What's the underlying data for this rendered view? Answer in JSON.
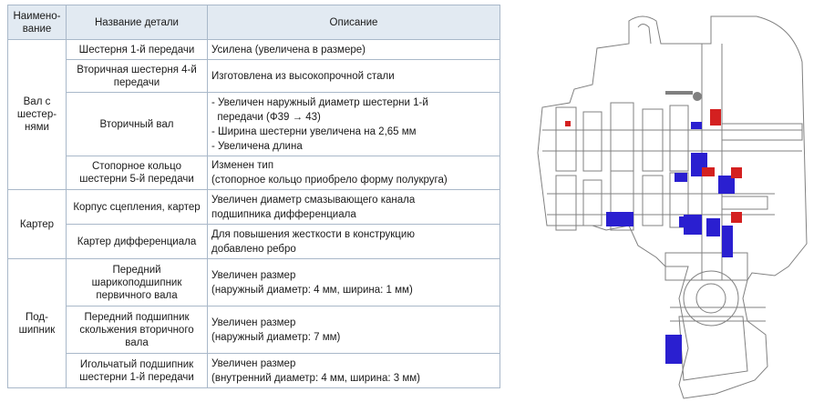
{
  "table": {
    "headers": [
      "Наимено-вание",
      "Название детали",
      "Описание"
    ],
    "groups": [
      {
        "name": "Вал с шестер-нями",
        "rows": [
          {
            "part": "Шестерня 1-й передачи",
            "desc": [
              "Усилена (увеличена в размере)"
            ]
          },
          {
            "part": "Вторичная шестерня 4-й передачи",
            "desc": [
              "Изготовлена из высокопрочной стали"
            ]
          },
          {
            "part": "Вторичный вал",
            "desc": [
              "- Увеличен наружный диаметр шестерни 1-й",
              "  передачи (Ф39 → 43)",
              "- Ширина шестерни увеличена на 2,65 мм",
              "- Увеличена длина"
            ]
          },
          {
            "part": "Стопорное кольцо шестерни 5-й передачи",
            "desc": [
              "Изменен тип",
              "(стопорное кольцо приобрело форму полукруга)"
            ]
          }
        ]
      },
      {
        "name": "Картер",
        "rows": [
          {
            "part": "Корпус сцепления, картер",
            "desc": [
              "Увеличен диаметр смазывающего канала",
              "подшипника дифференциала"
            ]
          },
          {
            "part": "Картер дифференциала",
            "desc": [
              "Для повышения жесткости в конструкцию",
              "добавлено ребро"
            ]
          }
        ]
      },
      {
        "name": "Под-шипник",
        "rows": [
          {
            "part": "Передний шарикоподшипник первичного вала",
            "desc": [
              "Увеличен размер",
              "(наружный диаметр: 4 мм, ширина: 1 мм)"
            ]
          },
          {
            "part": "Передний подшипник скольжения вторичного вала",
            "desc": [
              "Увеличен размер",
              "(наружный диаметр: 7 мм)"
            ]
          },
          {
            "part": "Игольчатый подшипник шестерни 1-й передачи",
            "desc": [
              "Увеличен размер",
              "(внутренний диаметр: 4 мм, ширина: 3 мм)"
            ]
          }
        ]
      }
    ]
  },
  "drawing": {
    "line_color": "#808080",
    "highlight_blue": "#2a1fd0",
    "highlight_red": "#d42020"
  }
}
